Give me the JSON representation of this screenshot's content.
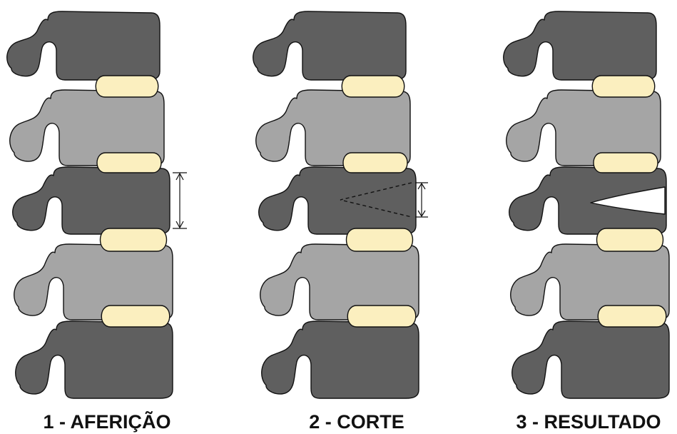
{
  "panels": [
    {
      "caption": "1 - AFERIÇÃO"
    },
    {
      "caption": "2 - CORTE"
    },
    {
      "caption": "3 - RESULTADO"
    }
  ],
  "colors": {
    "vertebra_dark": "#5f5f5f",
    "vertebra_light": "#a5a5a5",
    "disc": "#fbefbf",
    "outline": "#111111",
    "background": "#ffffff"
  }
}
